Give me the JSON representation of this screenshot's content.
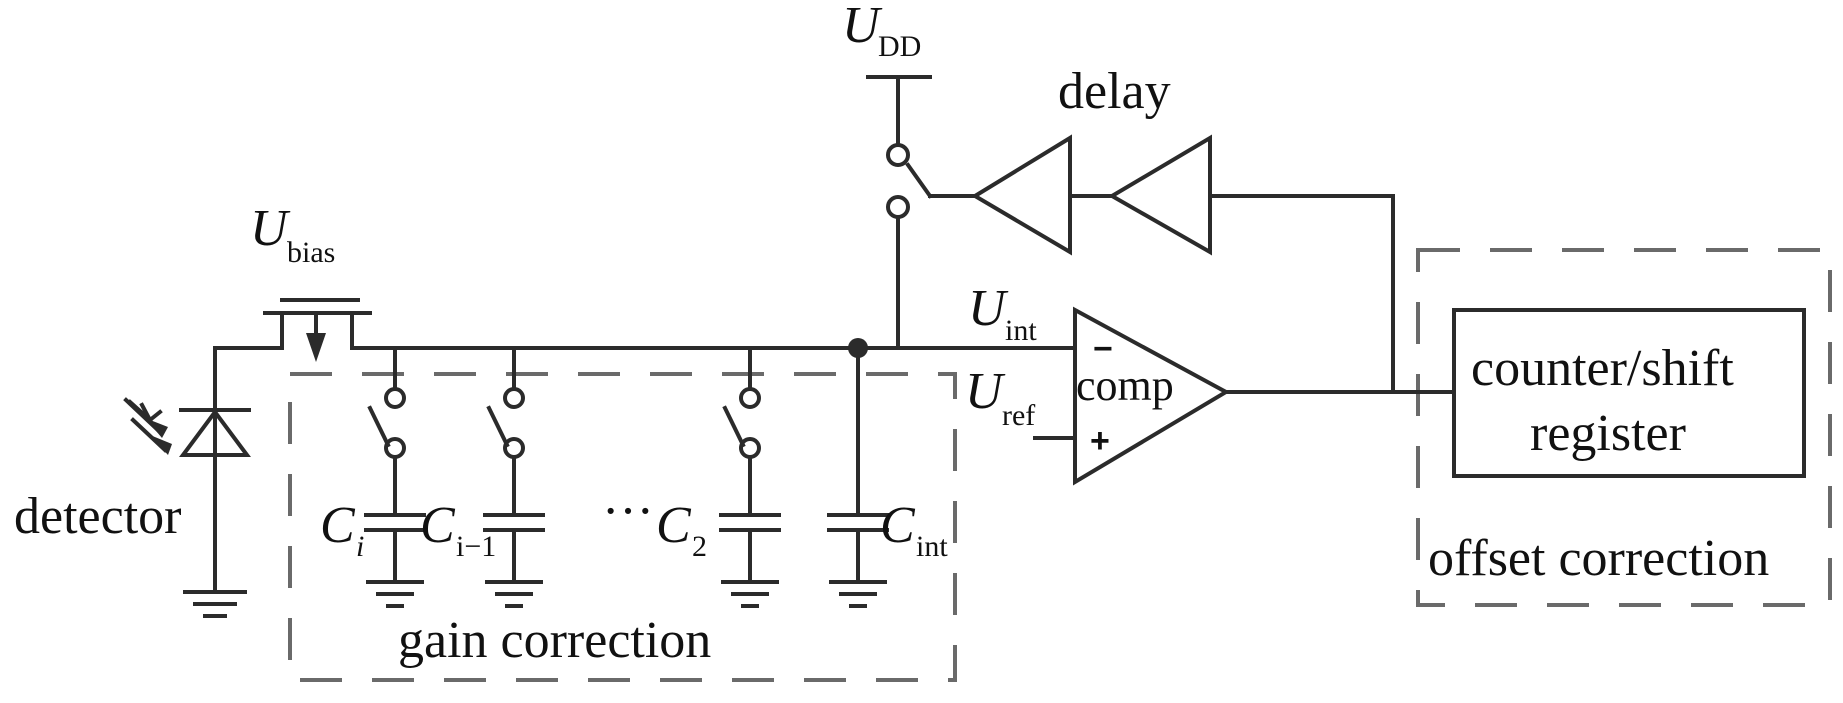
{
  "labels": {
    "udd_main": "U",
    "udd_sub": "DD",
    "delay": "delay",
    "ubias_main": "U",
    "ubias_sub": "bias",
    "uint_main": "U",
    "uint_sub": "int",
    "uref_main": "U",
    "uref_sub": "ref",
    "comp": "comp",
    "minus": "−",
    "plus": "+",
    "counter_line1": "counter/shift",
    "counter_line2": "register",
    "offset_correction": "offset correction",
    "detector": "detector",
    "gain_correction": "gain correction",
    "ci_main": "C",
    "ci_sub": "i",
    "ci1_main": "C",
    "ci1_sub": "i−1",
    "ellipsis": "···",
    "c2_main": "C",
    "c2_sub": "2",
    "cint_main": "C",
    "cint_sub": "int"
  }
}
